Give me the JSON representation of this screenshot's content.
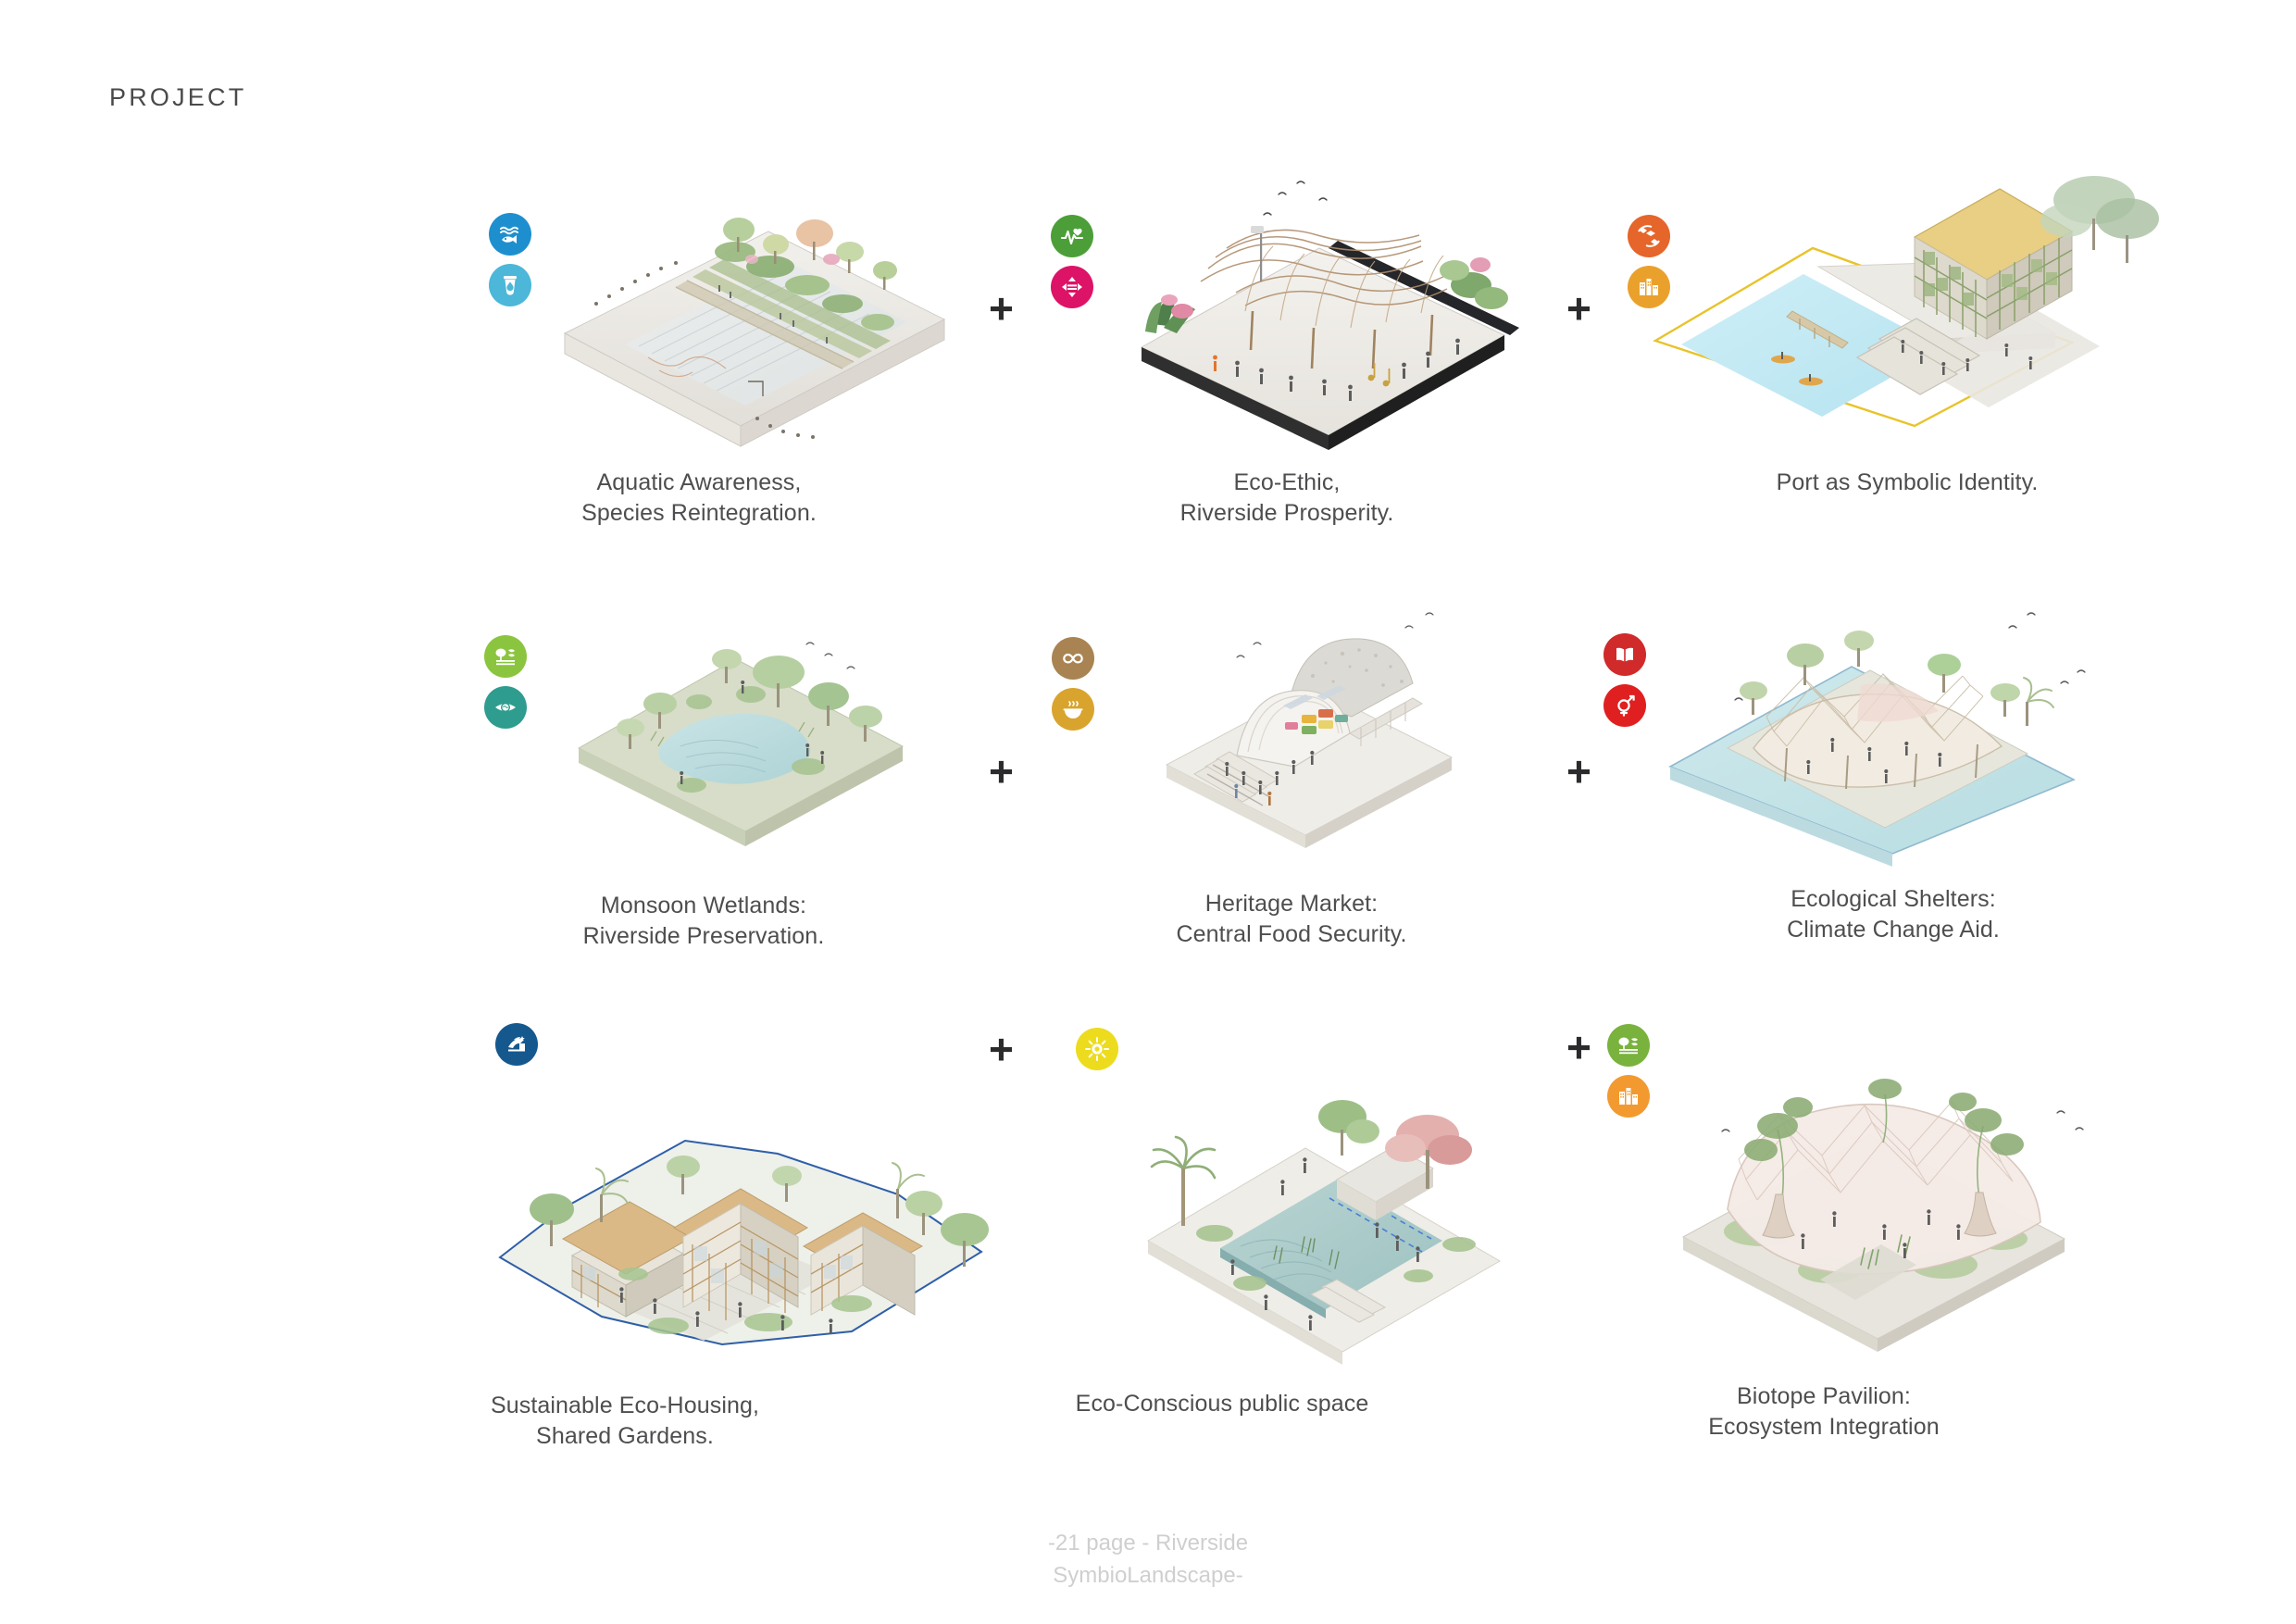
{
  "header": {
    "title": "PROJECT"
  },
  "separator": {
    "symbol": "+"
  },
  "footer": {
    "text": "-21 page - Riverside\nSymbioLandscape-"
  },
  "palette": {
    "background": "#ffffff",
    "text": "#4e4e50",
    "footer_text": "#cfcfcf",
    "sdg_14_life_below_water": "#0a97d9",
    "sdg_6_clean_water": "#26bde2",
    "sdg_3_good_health": "#4c9f38",
    "sdg_10_reduced_inequalities": "#dd1367",
    "sdg_12_responsible_consumption": "#bf8b2e",
    "sdg_11_sustainable_cities": "#f99d26",
    "sdg_15_life_on_land": "#56c02b",
    "sdg_13_climate_action": "#3f7e44",
    "sdg_2_zero_hunger": "#dda63a",
    "sdg_4_quality_education": "#c5192d",
    "sdg_5_gender_equality": "#ff3a21",
    "sdg_16_peace_justice": "#00689d",
    "sdg_7_clean_energy": "#fcc30b",
    "sdg_12_orange": "#e5652a"
  },
  "cards": [
    {
      "id": "aquatic-awareness",
      "caption": "Aquatic Awareness,\nSpecies Reintegration.",
      "badges": [
        {
          "name": "sdg-14-life-below-water-icon",
          "color": "#1e8fce",
          "glyph": "fish"
        },
        {
          "name": "sdg-6-clean-water-icon",
          "color": "#4cb7d8",
          "glyph": "water-drop"
        }
      ],
      "scene": "riverbank-terraces"
    },
    {
      "id": "eco-ethic",
      "caption": "Eco-Ethic,\nRiverside Prosperity.",
      "badges": [
        {
          "name": "sdg-3-good-health-icon",
          "color": "#4c9f38",
          "glyph": "heartbeat"
        },
        {
          "name": "sdg-10-reduced-inequalities-icon",
          "color": "#dd1367",
          "glyph": "equal-arrows"
        }
      ],
      "scene": "canopy-market"
    },
    {
      "id": "port-symbolic-identity",
      "caption": "Port as Symbolic Identity.",
      "badges": [
        {
          "name": "sdg-12-responsible-consumption-icon",
          "color": "#e5652a",
          "glyph": "cube-loop"
        },
        {
          "name": "sdg-11-sustainable-cities-icon",
          "color": "#eaa12c",
          "glyph": "city-buildings"
        }
      ],
      "scene": "port-pavilion"
    },
    {
      "id": "monsoon-wetlands",
      "caption": "Monsoon Wetlands:\nRiverside Preservation.",
      "badges": [
        {
          "name": "sdg-15-life-on-land-icon",
          "color": "#8bc53f",
          "glyph": "tree-birds"
        },
        {
          "name": "sdg-13-climate-action-icon",
          "color": "#2e9c8e",
          "glyph": "eye-earth"
        }
      ],
      "scene": "wetland-pond"
    },
    {
      "id": "heritage-market",
      "caption": "Heritage Market:\nCentral Food Security.",
      "badges": [
        {
          "name": "sdg-12-infinity-icon",
          "color": "#a98352",
          "glyph": "infinity"
        },
        {
          "name": "sdg-2-zero-hunger-icon",
          "color": "#d9a42e",
          "glyph": "food-bowl"
        }
      ],
      "scene": "vaulted-market"
    },
    {
      "id": "ecological-shelters",
      "caption": "Ecological Shelters:\nClimate Change Aid.",
      "badges": [
        {
          "name": "sdg-4-quality-education-icon",
          "color": "#d02a2a",
          "glyph": "open-book"
        },
        {
          "name": "sdg-5-gender-equality-icon",
          "color": "#e02020",
          "glyph": "gender-symbol"
        }
      ],
      "scene": "shelter-canopy"
    },
    {
      "id": "sustainable-eco-housing",
      "caption": "Sustainable Eco-Housing,\nShared Gardens.",
      "badges": [
        {
          "name": "sdg-16-peace-justice-icon",
          "color": "#15588e",
          "glyph": "dove-gavel"
        }
      ],
      "scene": "eco-housing"
    },
    {
      "id": "eco-conscious-public-space",
      "caption": "Eco-Conscious public space",
      "badges": [
        {
          "name": "sdg-7-clean-energy-icon",
          "color": "#ecdc1d",
          "glyph": "sun-rays"
        }
      ],
      "scene": "public-pool"
    },
    {
      "id": "biotope-pavilion",
      "caption": "Biotope Pavilion:\nEcosystem Integration",
      "badges": [
        {
          "name": "sdg-15-life-on-land-icon",
          "color": "#79b23c",
          "glyph": "tree-birds"
        },
        {
          "name": "sdg-11-sustainable-cities-icon",
          "color": "#f29a30",
          "glyph": "city-buildings"
        }
      ],
      "scene": "biotope-dome"
    }
  ]
}
